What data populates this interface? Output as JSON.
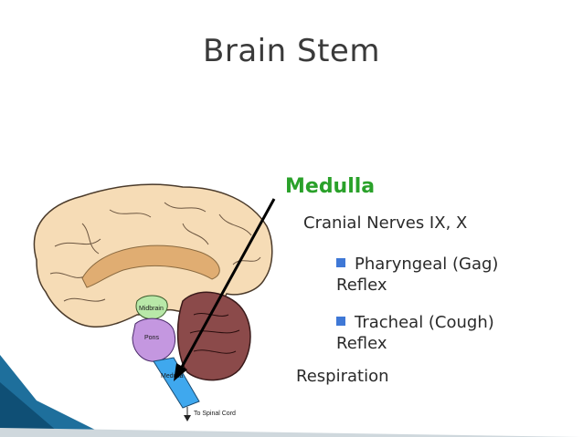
{
  "title": "Brain Stem",
  "bullets": {
    "heading": "Medulla",
    "item1": "Cranial Nerves IX, X",
    "sub1": "Pharyngeal (Gag) Reflex",
    "sub2": "Tracheal (Cough) Reflex",
    "item2": "Respiration"
  },
  "diagram_labels": {
    "midbrain": "Midbrain",
    "pons": "Pons",
    "medulla": "Medulla",
    "spinal": "To Spinal Cord"
  },
  "colors": {
    "heading": "#2aa12a",
    "bullet": "#3f78d6",
    "brain": "#f6dcb6",
    "midbrain": "#b8e8a8",
    "pons": "#c497e0",
    "medulla": "#3fa8ee",
    "cerebellum": "#8b4a4a"
  }
}
